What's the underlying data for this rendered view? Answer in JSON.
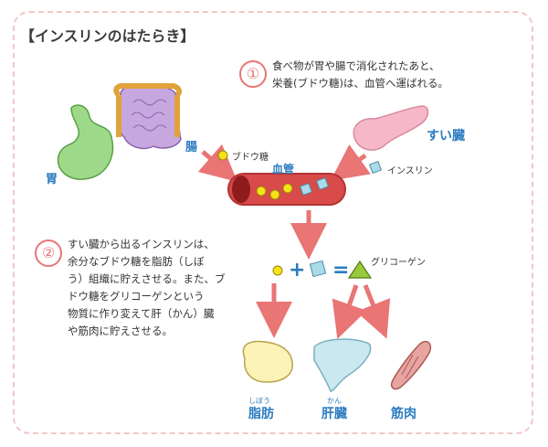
{
  "title": "【インスリンのはたらき】",
  "step1": {
    "num": "①",
    "line1": "食べ物が胃や腸で消化されたあと、",
    "line2": "栄養(ブドウ糖)は、血管へ運ばれる。"
  },
  "step2": {
    "num": "②",
    "lines": [
      "すい臓から出るインスリンは、",
      "余分なブドウ糖を脂肪（しぼ",
      "う）組織に貯えさせる。また、ブ",
      "ドウ糖をグリコーゲンという",
      "物質に作り変えて肝（かん）臓",
      "や筋肉に貯えさせる。"
    ]
  },
  "labels": {
    "stomach": "胃",
    "intestine": "腸",
    "pancreas": "すい臓",
    "blood_vessel": "血管",
    "glucose": "ブドウ糖",
    "insulin": "インスリン",
    "glycogen": "グリコーゲン",
    "fat": "脂肪",
    "fat_reading": "しぼう",
    "liver": "肝臓",
    "liver_reading": "かん",
    "muscle": "筋肉"
  },
  "colors": {
    "border": "#f2c6c6",
    "accent": "#e97575",
    "label_blue": "#2b7cc0",
    "glucose": "#f5e21a",
    "insulin": "#a9dbe8",
    "glycogen": "#9ac93b"
  },
  "equation": {
    "plus": "+",
    "equals": "="
  }
}
